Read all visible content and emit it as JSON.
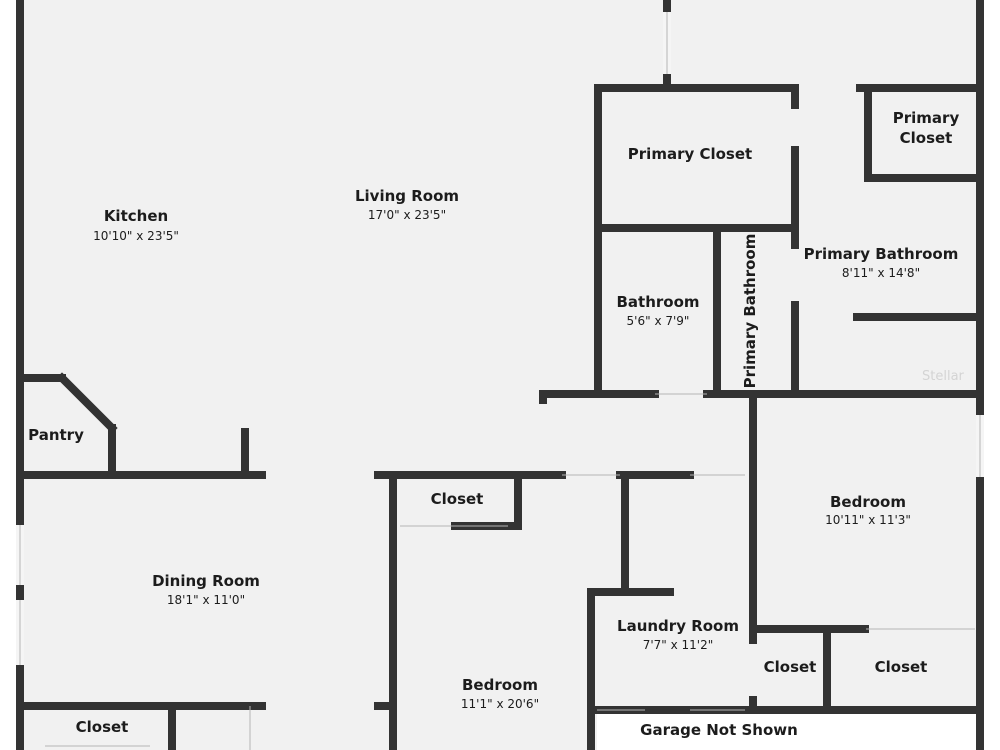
{
  "rooms": {
    "kitchen": {
      "name": "Kitchen",
      "dims": "10'10\" x 23'5\""
    },
    "living_room": {
      "name": "Living Room",
      "dims": "17'0\" x 23'5\""
    },
    "primary_closet_a": {
      "name": "Primary Closet"
    },
    "primary_closet_b": {
      "name_line1": "Primary",
      "name_line2": "Closet"
    },
    "primary_bathroom": {
      "name": "Primary Bathroom",
      "dims": "8'11\" x 14'8\""
    },
    "primary_bathroom_narrow": {
      "name": "Primary Bathroom"
    },
    "bathroom": {
      "name": "Bathroom",
      "dims": "5'6\" x 7'9\""
    },
    "pantry": {
      "name": "Pantry"
    },
    "closet_hall": {
      "name": "Closet"
    },
    "bedroom_right": {
      "name": "Bedroom",
      "dims": "10'11\" x 11'3\""
    },
    "dining_room": {
      "name": "Dining Room",
      "dims": "18'1\" x 11'0\""
    },
    "laundry_room": {
      "name": "Laundry Room",
      "dims": "7'7\" x 11'2\""
    },
    "closet_right_small": {
      "name": "Closet"
    },
    "closet_right_large": {
      "name": "Closet"
    },
    "bedroom_bottom": {
      "name": "Bedroom",
      "dims": "11'1\" x 20'6\""
    },
    "closet_bottom_left": {
      "name": "Closet"
    },
    "garage_note": {
      "name": "Garage Not Shown"
    }
  },
  "watermark": "Stellar",
  "colors": {
    "wall": "#333333",
    "floor": "#f1f1f1",
    "text": "#1c1c1c"
  }
}
